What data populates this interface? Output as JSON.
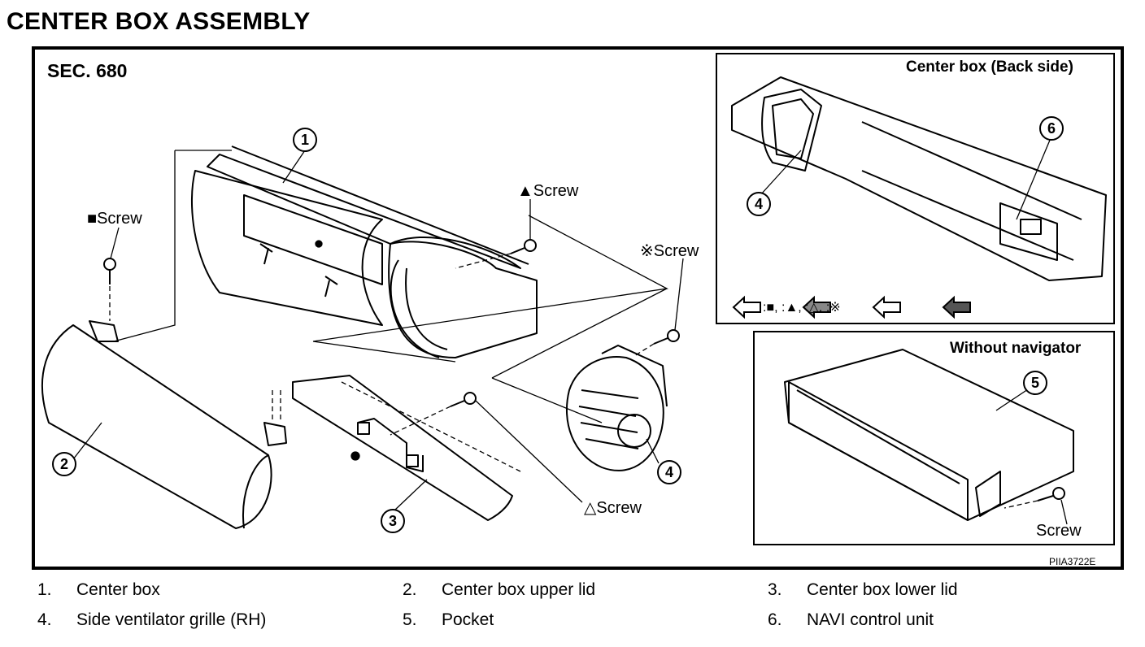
{
  "title": "CENTER BOX ASSEMBLY",
  "section": "SEC. 680",
  "figure_code": "PIIA3722E",
  "inset_back": {
    "title": "Center box (Back side)"
  },
  "inset_nav": {
    "title": "Without navigator"
  },
  "labels": {
    "screw_square": "Screw",
    "screw_tri_filled": "Screw",
    "screw_kome": "Screw",
    "screw_tri_open": "Screw",
    "screw_pocket": "Screw"
  },
  "symbols": {
    "square": "■",
    "tri_filled": "▲",
    "kome": "※",
    "tri_open": "△"
  },
  "legend": ":■, :▲, :△, :※",
  "callouts": [
    "1",
    "2",
    "3",
    "4",
    "4",
    "5",
    "6"
  ],
  "parts": [
    {
      "num": "1.",
      "name": "Center box"
    },
    {
      "num": "2.",
      "name": "Center box upper lid"
    },
    {
      "num": "3.",
      "name": "Center box lower lid"
    },
    {
      "num": "4.",
      "name": "Side ventilator grille (RH)"
    },
    {
      "num": "5.",
      "name": "Pocket"
    },
    {
      "num": "6.",
      "name": "NAVI control unit"
    }
  ]
}
